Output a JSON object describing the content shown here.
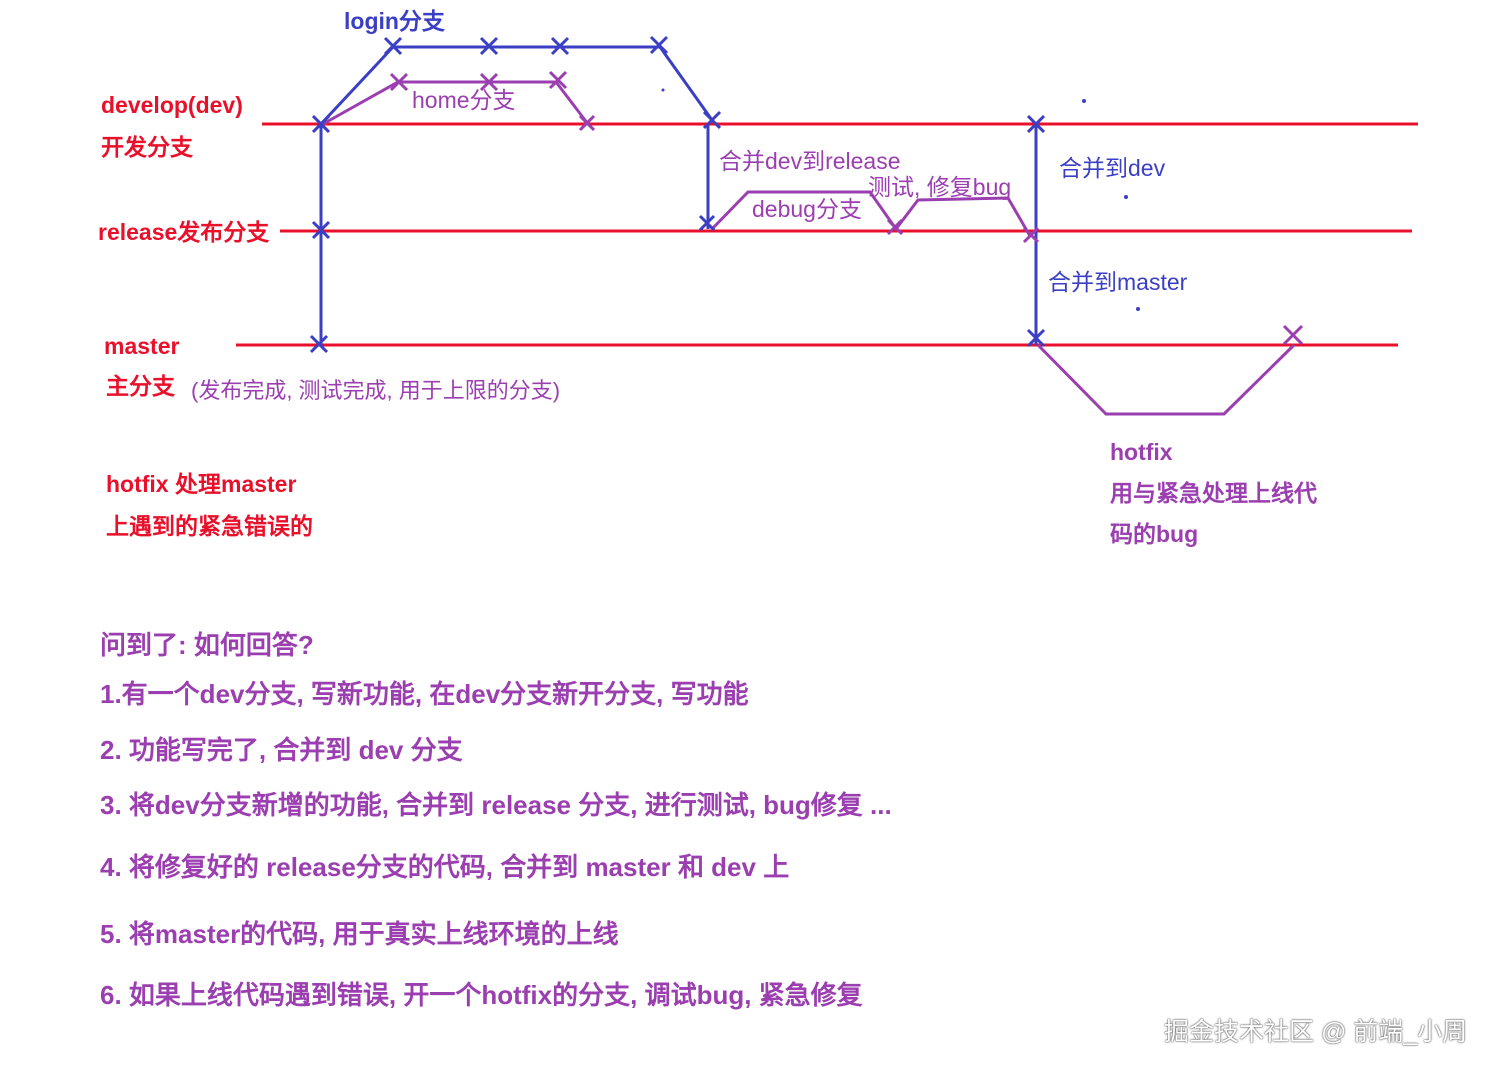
{
  "branches": {
    "develop_title": "develop(dev)",
    "develop_sub": "开发分支",
    "release": "release发布分支",
    "master_title": "master",
    "master_sub": "主分支",
    "master_note": "(发布完成, 测试完成, 用于上限的分支)",
    "hotfix_line1": "hotfix 处理master",
    "hotfix_line2": "上遇到的紧急错误的"
  },
  "feature_labels": {
    "login": "login分支",
    "home": "home分支",
    "merge_dev_release": "合并dev到release",
    "test_fix": "测试, 修复bug",
    "debug": "debug分支",
    "merge_to_dev": "合并到dev",
    "merge_to_master": "合并到master"
  },
  "hotfix_desc": {
    "title": "hotfix",
    "line1": "用与紧急处理上线代",
    "line2": "码的bug"
  },
  "qa": {
    "question": "问到了: 如何回答?",
    "steps": [
      "1.有一个dev分支, 写新功能, 在dev分支新开分支, 写功能",
      "2. 功能写完了, 合并到 dev 分支",
      "3. 将dev分支新增的功能, 合并到 release 分支, 进行测试, bug修复 ...",
      "4. 将修复好的 release分支的代码, 合并到 master 和 dev 上",
      "5. 将master的代码, 用于真实上线环境的上线",
      "6. 如果上线代码遇到错误, 开一个hotfix的分支, 调试bug, 紧急修复"
    ]
  },
  "watermark": "掘金技术社区 @ 前端_小周",
  "colors": {
    "red": "#e8102a",
    "blue": "#3b3fc4",
    "purple": "#9b3fb0"
  }
}
